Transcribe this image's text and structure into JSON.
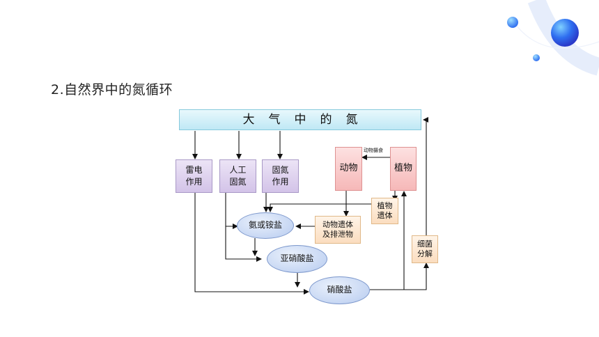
{
  "slide": {
    "title": "2.自然界中的氮循环"
  },
  "diagram": {
    "atmosphere_nitrogen": "大气中的氮",
    "processes": {
      "lightning": "雷电\n作用",
      "artificial_fixation": "人工\n固氮",
      "nitrogen_fixation": "固氮\n作用"
    },
    "organisms": {
      "animals": "动物",
      "plants": "植物"
    },
    "animals_eat_label": "动物摄食",
    "plant_remains": "植物\n遗体",
    "animal_remains": "动物遗体\n及排泄物",
    "ammonia": "氨或铵盐",
    "nitrite": "亚硝酸盐",
    "nitrate": "硝酸盐",
    "bacteria": "细菌\n分解"
  },
  "colors": {
    "accent": "#3b6fe0",
    "atmosphere": "#bfe8f5",
    "process_box": "#d3c3e8",
    "organism_box": "#f6b8b8",
    "remains_box": "#fbddbf",
    "compound_oval": "#b7cbef"
  }
}
